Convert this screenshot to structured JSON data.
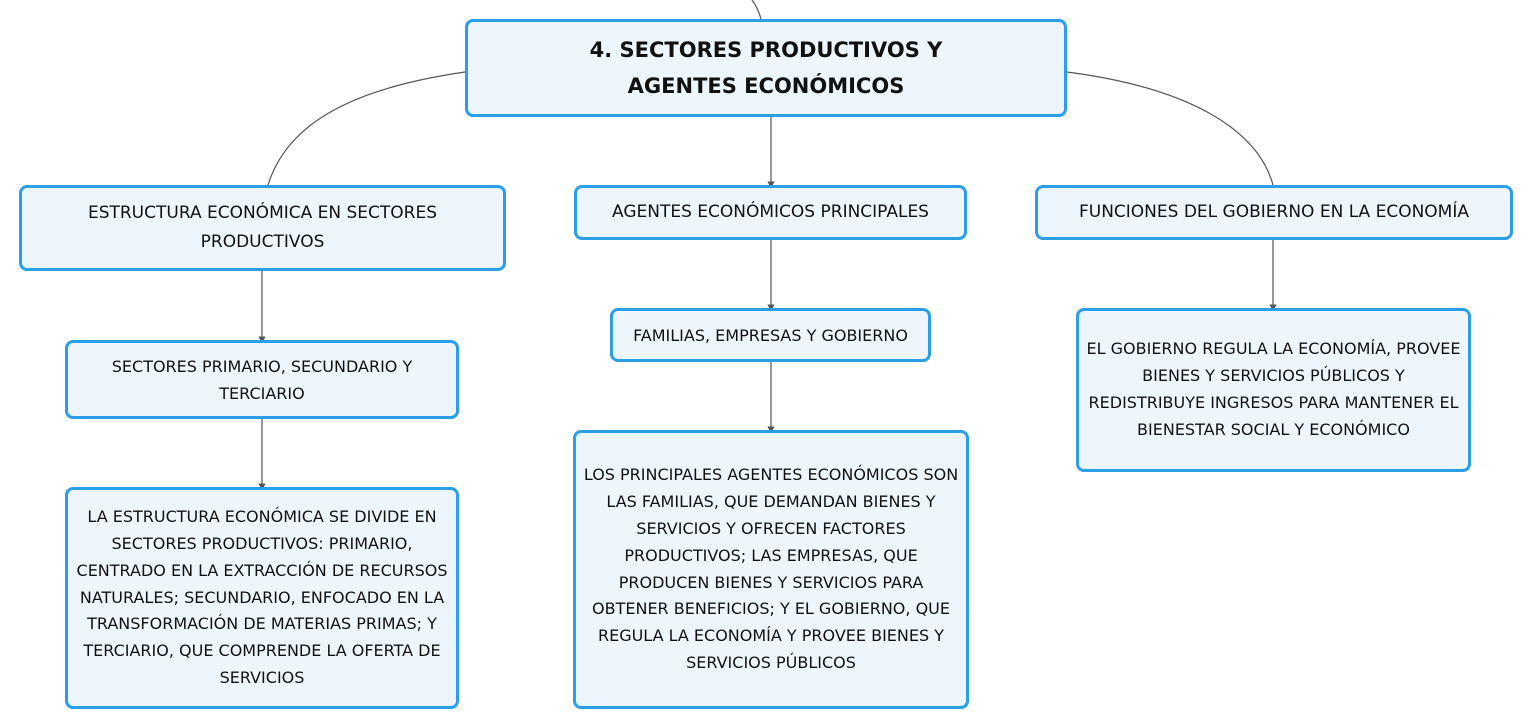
{
  "root": {
    "title": "4. SECTORES PRODUCTIVOS Y AGENTES ECONÓMICOS"
  },
  "branches": {
    "estructura": {
      "label": "ESTRUCTURA ECONÓMICA EN SECTORES PRODUCTIVOS",
      "child_label": "SECTORES PRIMARIO, SECUNDARIO Y TERCIARIO",
      "detail": "LA ESTRUCTURA ECONÓMICA SE DIVIDE EN SECTORES PRODUCTIVOS: PRIMARIO, CENTRADO EN LA EXTRACCIÓN DE RECURSOS NATURALES; SECUNDARIO, ENFOCADO EN LA TRANSFORMACIÓN DE MATERIAS PRIMAS; Y TERCIARIO, QUE COMPRENDE LA OFERTA DE SERVICIOS"
    },
    "agentes": {
      "label": "AGENTES ECONÓMICOS PRINCIPALES",
      "child_label": "FAMILIAS, EMPRESAS Y GOBIERNO",
      "detail": "LOS PRINCIPALES AGENTES ECONÓMICOS SON LAS FAMILIAS, QUE DEMANDAN BIENES Y SERVICIOS Y OFRECEN FACTORES PRODUCTIVOS; LAS EMPRESAS, QUE PRODUCEN BIENES Y SERVICIOS PARA OBTENER BENEFICIOS; Y EL GOBIERNO, QUE REGULA LA ECONOMÍA Y PROVEE BIENES Y SERVICIOS PÚBLICOS"
    },
    "funciones": {
      "label": "FUNCIONES DEL GOBIERNO EN LA ECONOMÍA",
      "child_label": "EL GOBIERNO REGULA LA ECONOMÍA, PROVEE BIENES Y SERVICIOS PÚBLICOS Y REDISTRIBUYE INGRESOS PARA MANTENER EL BIENESTAR SOCIAL Y ECONÓMICO"
    }
  },
  "colors": {
    "node_border": "#2a9ee6",
    "node_fill": "#eef6fd",
    "connector": "#555555",
    "text": "#111111"
  }
}
